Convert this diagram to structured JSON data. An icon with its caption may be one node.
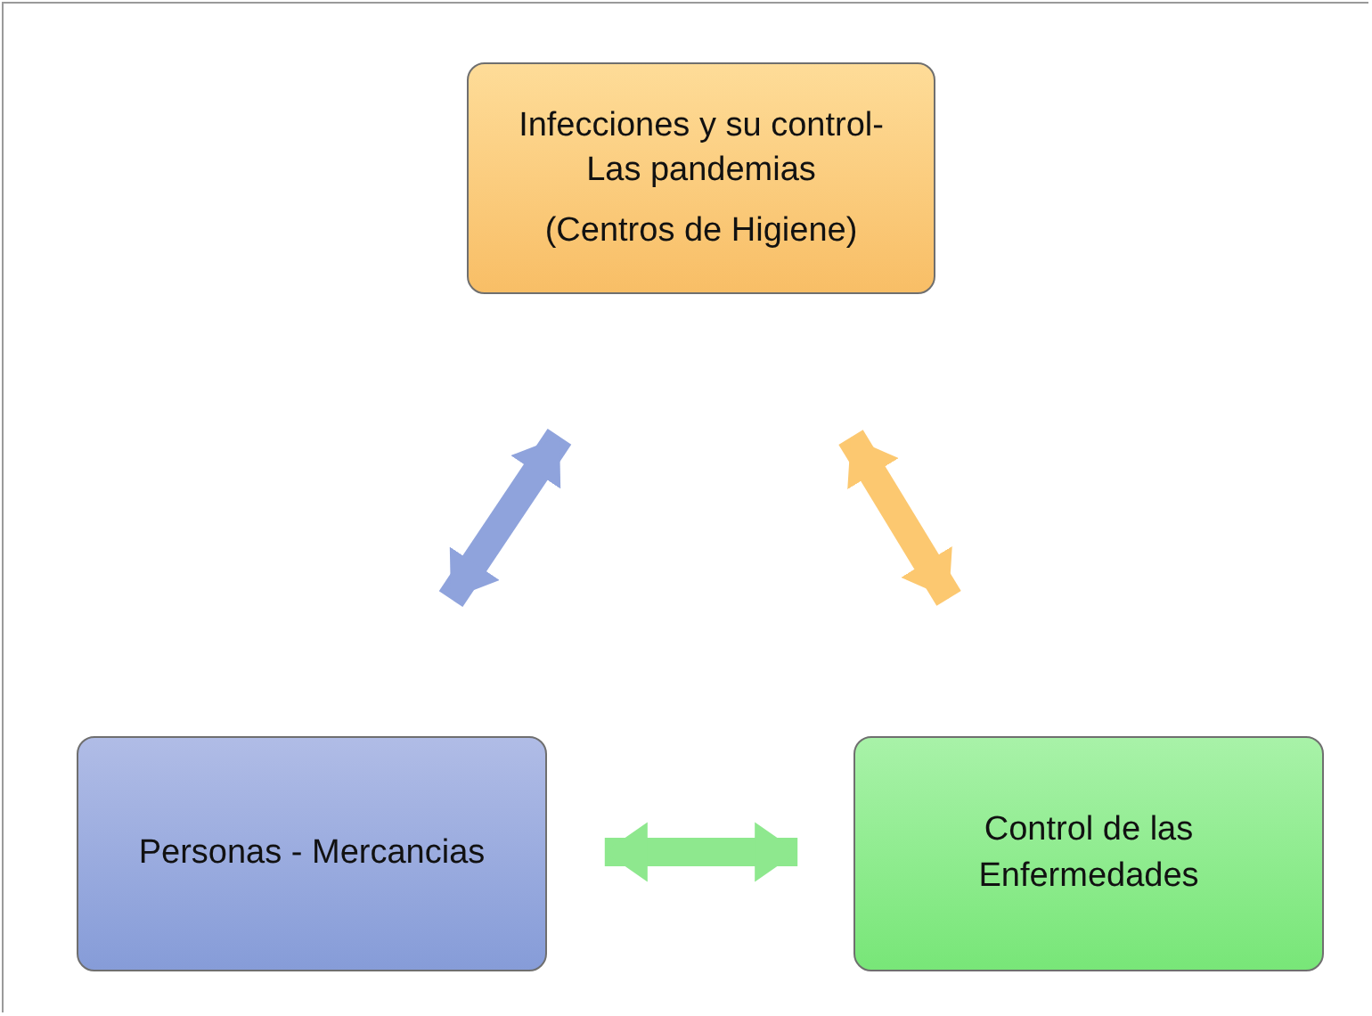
{
  "diagram": {
    "nodes": [
      {
        "text": [
          "Infecciones y su control- Las pandemias",
          "(Centros de Higiene)"
        ]
      },
      {
        "text": [
          "Personas - Mercancias"
        ]
      },
      {
        "text": [
          "Control de las Enfermedades"
        ]
      }
    ],
    "edges": [
      {
        "from": 1,
        "to": 0,
        "arrow": "both",
        "color": "#8fa3dc"
      },
      {
        "from": 0,
        "to": 2,
        "arrow": "both",
        "color": "#fcc870"
      },
      {
        "from": 1,
        "to": 2,
        "arrow": "both",
        "color": "#8ee88e"
      }
    ]
  }
}
